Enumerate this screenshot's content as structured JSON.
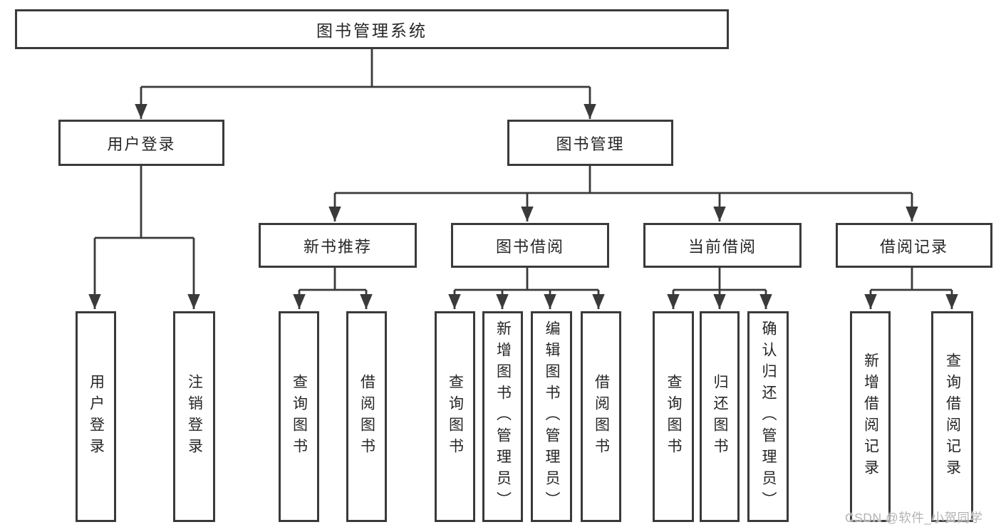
{
  "diagram_type": "hierarchy-tree",
  "colors": {
    "line": "#3a3a3a",
    "box_border": "#3a3a3a",
    "text": "#262626",
    "background": "#ffffff",
    "watermark_text_color": "#b3b3b3"
  },
  "watermark": "CSDN @软件_小贺同学",
  "tree": {
    "label": "图书管理系统",
    "children": [
      {
        "label": "用户登录",
        "children": [
          {
            "label": "用户登录"
          },
          {
            "label": "注销登录"
          }
        ]
      },
      {
        "label": "图书管理",
        "children": [
          {
            "label": "新书推荐",
            "children": [
              {
                "label": "查询图书"
              },
              {
                "label": "借阅图书"
              }
            ]
          },
          {
            "label": "图书借阅",
            "children": [
              {
                "label": "查询图书"
              },
              {
                "label": "新增图书（管理员）"
              },
              {
                "label": "编辑图书（管理员）"
              },
              {
                "label": "借阅图书"
              }
            ]
          },
          {
            "label": "当前借阅",
            "children": [
              {
                "label": "查询图书"
              },
              {
                "label": "归还图书"
              },
              {
                "label": "确认归还（管理员）"
              }
            ]
          },
          {
            "label": "借阅记录",
            "children": [
              {
                "label": "新增借阅记录"
              },
              {
                "label": "查询借阅记录"
              }
            ]
          }
        ]
      }
    ]
  }
}
